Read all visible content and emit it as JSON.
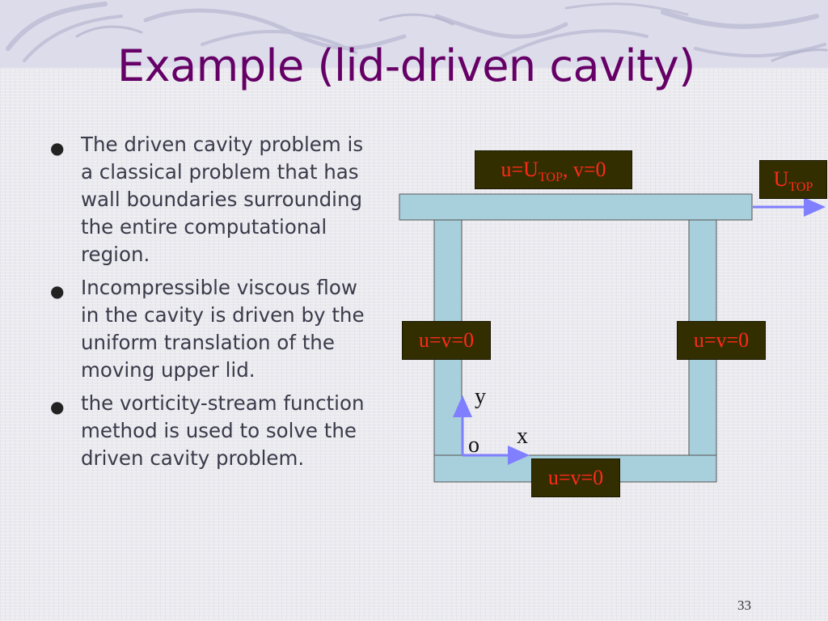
{
  "slide": {
    "title": "Example (lid-driven cavity)",
    "bullets": [
      "The driven cavity problem is a classical problem that has wall boundaries surrounding the entire computational region.",
      "Incompressible viscous flow in the cavity is driven by the uniform translation of the moving upper lid.",
      "the vorticity-stream function method is used to solve the driven cavity problem."
    ],
    "page_number": "33"
  },
  "diagram": {
    "lid_label": {
      "base": "u=U",
      "sub": "TOP",
      "rest": ", v=0"
    },
    "velocity_label": {
      "base": "U",
      "sub": "TOP"
    },
    "left_wall_label": "u=v=0",
    "right_wall_label": "u=v=0",
    "bottom_wall_label": "u=v=0",
    "axis_y": "y",
    "axis_x": "x",
    "origin": "o"
  },
  "colors": {
    "title": "#660066",
    "wall_fill": "#a8cfdc",
    "label_bg": "#332e00",
    "label_text": "#ff2a1a",
    "axis_arrow": "#7f7fff"
  }
}
